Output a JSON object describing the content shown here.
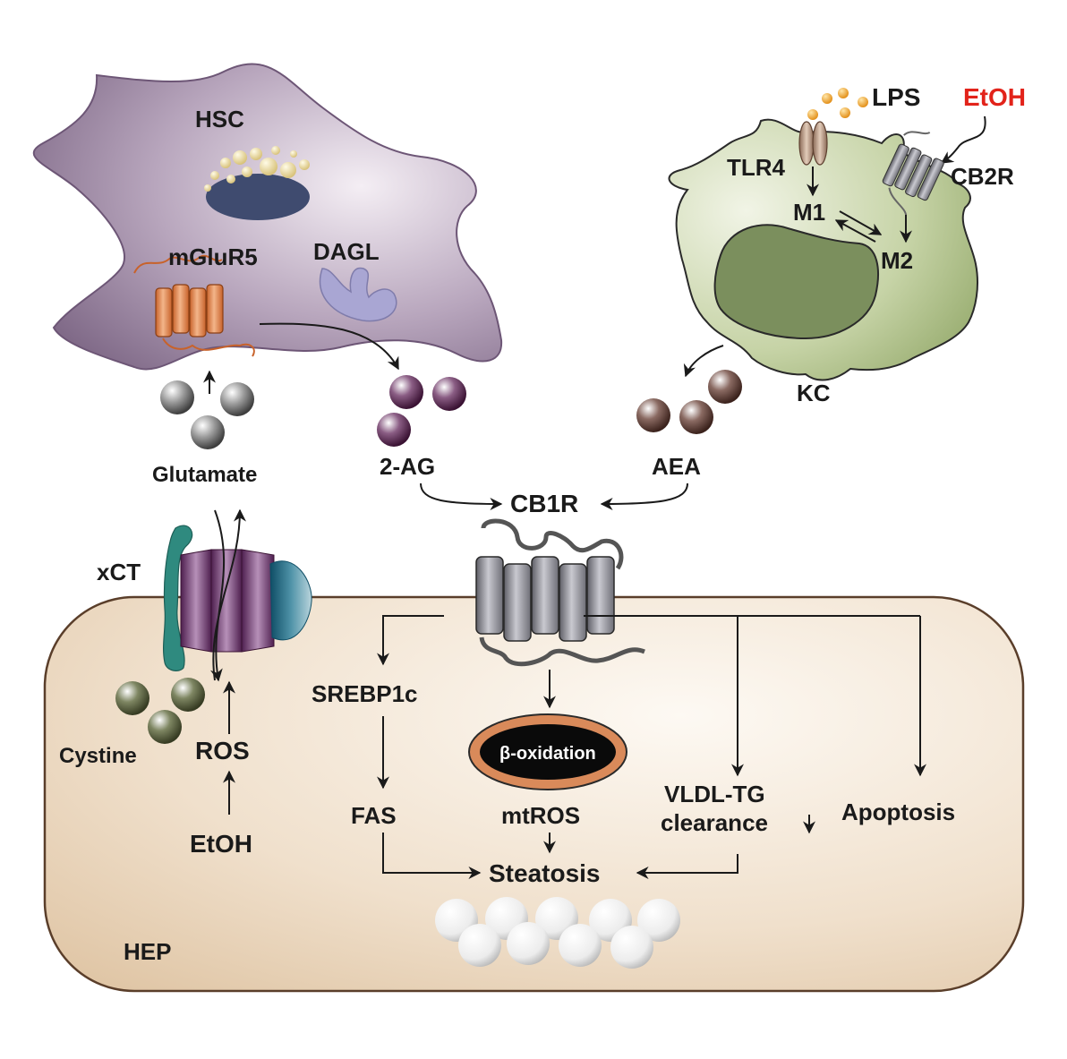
{
  "labels": {
    "hsc": "HSC",
    "mglur5": "mGluR5",
    "dagl": "DAGL",
    "glutamate": "Glutamate",
    "two_ag": "2-AG",
    "lps": "LPS",
    "etoh_red": "EtOH",
    "tlr4": "TLR4",
    "cb2r": "CB2R",
    "m1": "M1",
    "m2": "M2",
    "kc": "KC",
    "aea": "AEA",
    "cb1r": "CB1R",
    "xct": "xCT",
    "cystine": "Cystine",
    "ros": "ROS",
    "etoh": "EtOH",
    "srebp1c": "SREBP1c",
    "fas": "FAS",
    "beta_oxidation": "β-oxidation",
    "mtros": "mtROS",
    "vldl_tg": "VLDL-TG",
    "clearance": "clearance",
    "apoptosis": "Apoptosis",
    "steatosis": "Steatosis",
    "hep": "HEP"
  },
  "colors": {
    "hsc_body": "#a08aa6",
    "kc_body": "#c6d3a6",
    "kc_nucleus": "#7b8f5d",
    "hep_body": "#ecd9c4",
    "mglur5": "#d97a3c",
    "dagl": "#a9a6d3",
    "cb_receptor": "#7f7f86",
    "etoh_red": "#e2231a",
    "xct_green": "#2f8a7f",
    "xct_purple": "#7b3d7b",
    "glutamate": "#666666",
    "two_ag": "#5a2a55",
    "aea": "#5e4038",
    "cystine": "#58603e",
    "lps": "#f0a020",
    "mitochondrion": "#d98a5a"
  }
}
